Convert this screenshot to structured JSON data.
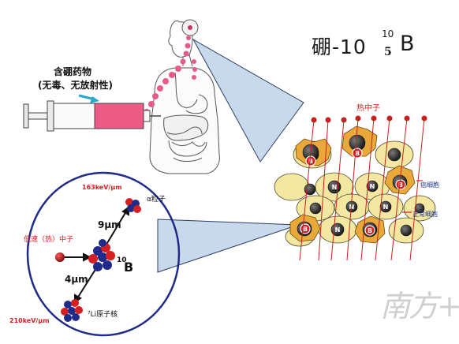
{
  "title": {
    "element": "硼-10",
    "mass_number": "10",
    "atomic_number": "5",
    "symbol": "B"
  },
  "drug": {
    "line1": "含硼药物",
    "line2": "(无毒、无放射性)"
  },
  "thermal_neutron": "热中子",
  "cells": {
    "cancer_label": "癌细胞",
    "normal_label": "正常细胞",
    "boron_mark": "B",
    "normal_mark": "N"
  },
  "reaction": {
    "alpha_energy": "163keV/μm",
    "alpha_particle": "α粒子",
    "alpha_range": "9μm",
    "slow_neutron": "低速（热）中子",
    "boron_mass": "10",
    "boron_symbol": "B",
    "li_range": "4μm",
    "lithium_nucleus": "⁷Li原子核",
    "li_energy": "210keV/μm"
  },
  "watermark": "南方+",
  "colors": {
    "red": "#d42020",
    "navy": "#1f2a8a",
    "pink": "#e85a8c",
    "beam": "#c9d9ec",
    "cell": "#f3e7a2",
    "cancer_cell": "#e8a93a"
  }
}
